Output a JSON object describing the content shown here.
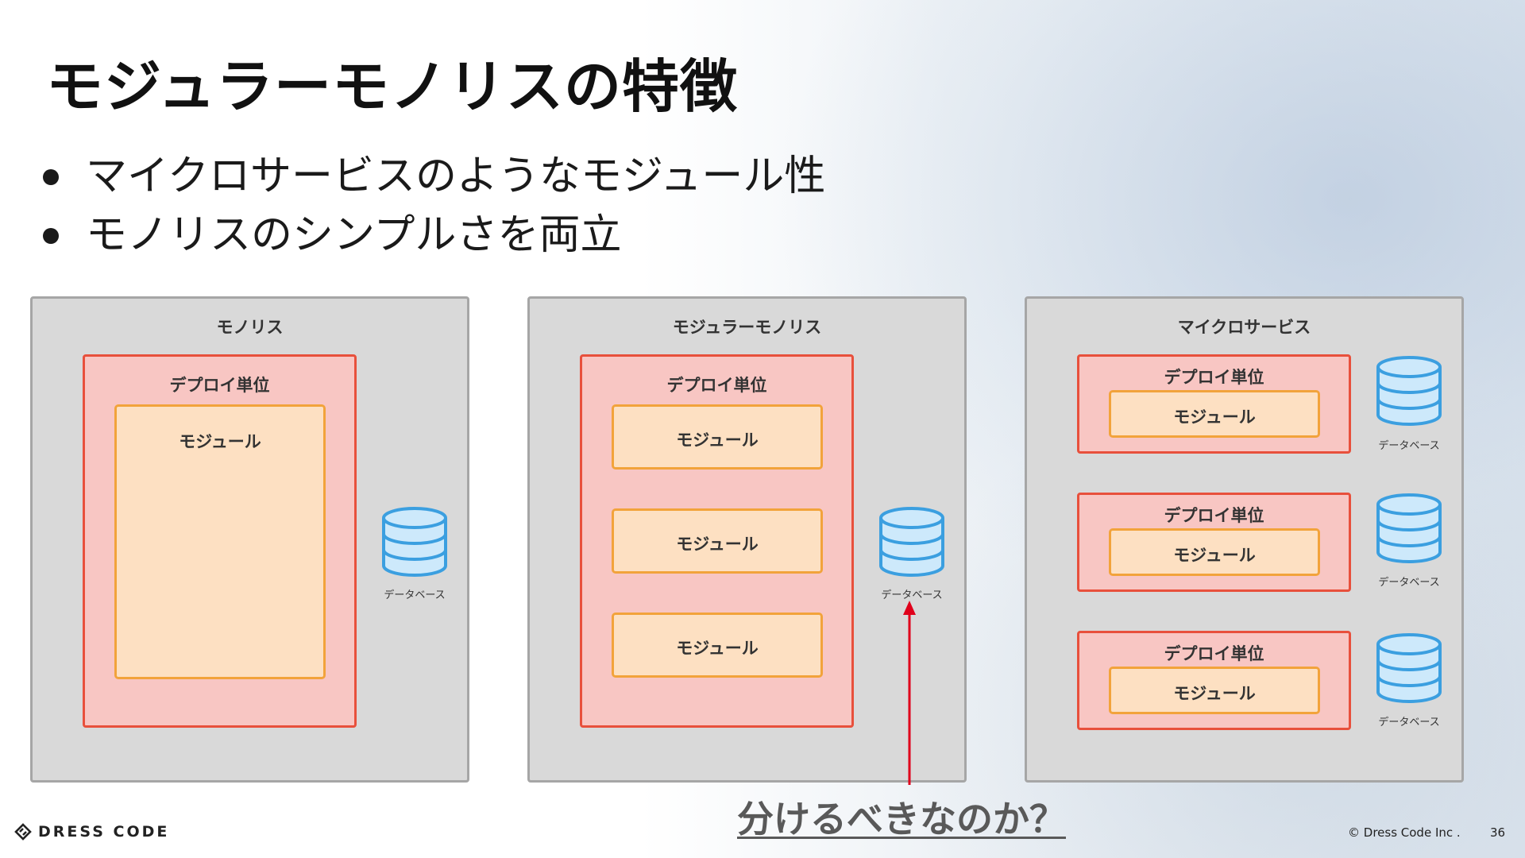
{
  "slide": {
    "title": "モジュラーモノリスの特徴",
    "bullets": [
      "マイクロサービスのようなモジュール性",
      "モノリスのシンプルさを両立"
    ],
    "question": "分けるべきなのか？",
    "copyright": "© Dress Code Inc .",
    "page_number": "36",
    "logo_text": "DRESS CODE"
  },
  "diagram": {
    "monolith": {
      "title": "モノリス",
      "deploy_label": "デプロイ単位",
      "module_label": "モジュール",
      "db_label": "データベース"
    },
    "modular_monolith": {
      "title": "モジュラーモノリス",
      "deploy_label": "デプロイ単位",
      "modules": [
        "モジュール",
        "モジュール",
        "モジュール"
      ],
      "db_label": "データベース"
    },
    "microservices": {
      "title": "マイクロサービス",
      "services": [
        {
          "deploy_label": "デプロイ単位",
          "module_label": "モジュール",
          "db_label": "データベース"
        },
        {
          "deploy_label": "デプロイ単位",
          "module_label": "モジュール",
          "db_label": "データベース"
        },
        {
          "deploy_label": "デプロイ単位",
          "module_label": "モジュール",
          "db_label": "データベース"
        }
      ]
    }
  },
  "colors": {
    "panel_fill": "#d9d9d9",
    "deploy_fill": "#f8c6c3",
    "deploy_border": "#e8503c",
    "module_fill": "#fde0c2",
    "module_border": "#f2a33b",
    "db_fill": "#cde9fb",
    "db_border": "#3b9fe0",
    "arrow": "#e0001b"
  }
}
